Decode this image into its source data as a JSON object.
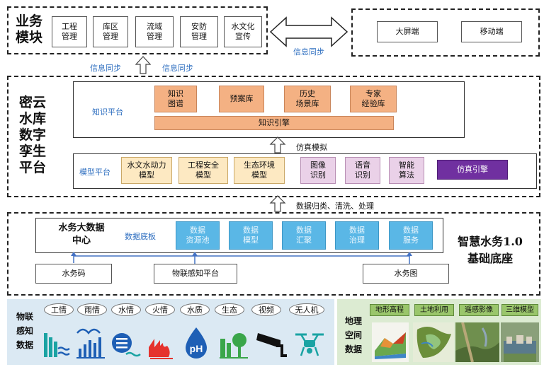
{
  "business": {
    "title": "业务\n模块",
    "modules": [
      "工程\n管理",
      "库区\n管理",
      "流域\n管理",
      "安防\n管理",
      "水文化\n宣传"
    ],
    "clients": [
      "大屏端",
      "移动端"
    ],
    "sync_right": "信息同步",
    "sync_left": "信息同步",
    "sync_left2": "信息同步"
  },
  "twin": {
    "title": "密云\n水库\n数字\n孪生\n平台",
    "knowledge_label": "知识平台",
    "knowledge_items": [
      "知识\n图谱",
      "预案库",
      "历史\n场景库",
      "专家\n经验库"
    ],
    "knowledge_engine": "知识引擎",
    "sim_label": "仿真模拟",
    "model_label": "模型平台",
    "model_items": [
      "水文水动力\n模型",
      "工程安全\n模型",
      "生态环境\n模型"
    ],
    "ai_items": [
      "图像\n识别",
      "语音\n识别",
      "智能\n算法"
    ],
    "sim_engine": "仿真引擎",
    "data_flow_label": "数据归类、清洗、处理"
  },
  "base": {
    "title": "智慧水务1.0\n基础底座",
    "center": "水务大数据\n中心",
    "panel_label": "数据底板",
    "data_items": [
      "数据\n资源池",
      "数据\n模型",
      "数据\n汇聚",
      "数据\n治理",
      "数据\n服务"
    ],
    "bottom_items": [
      "水务码",
      "物联感知平台",
      "水务图"
    ]
  },
  "iot": {
    "title": "物联\n感知\n数据",
    "sensors": [
      "工情",
      "雨情",
      "水情",
      "火情",
      "水质",
      "生态",
      "视频",
      "无人机"
    ],
    "icons": [
      "dam-icon",
      "rain-chart-icon",
      "water-level-icon",
      "fire-icon",
      "ph-drop-icon",
      "ecology-tree-icon",
      "cctv-camera-icon",
      "drone-icon"
    ],
    "colors": {
      "teal": "#1aa3a3",
      "blue": "#1e5fb5",
      "red": "#e5322d",
      "green": "#3aa64a"
    }
  },
  "geo": {
    "title": "地理\n空间\n数据",
    "tags": [
      "地形高程",
      "土地利用",
      "遥感影像",
      "三维模型"
    ]
  }
}
